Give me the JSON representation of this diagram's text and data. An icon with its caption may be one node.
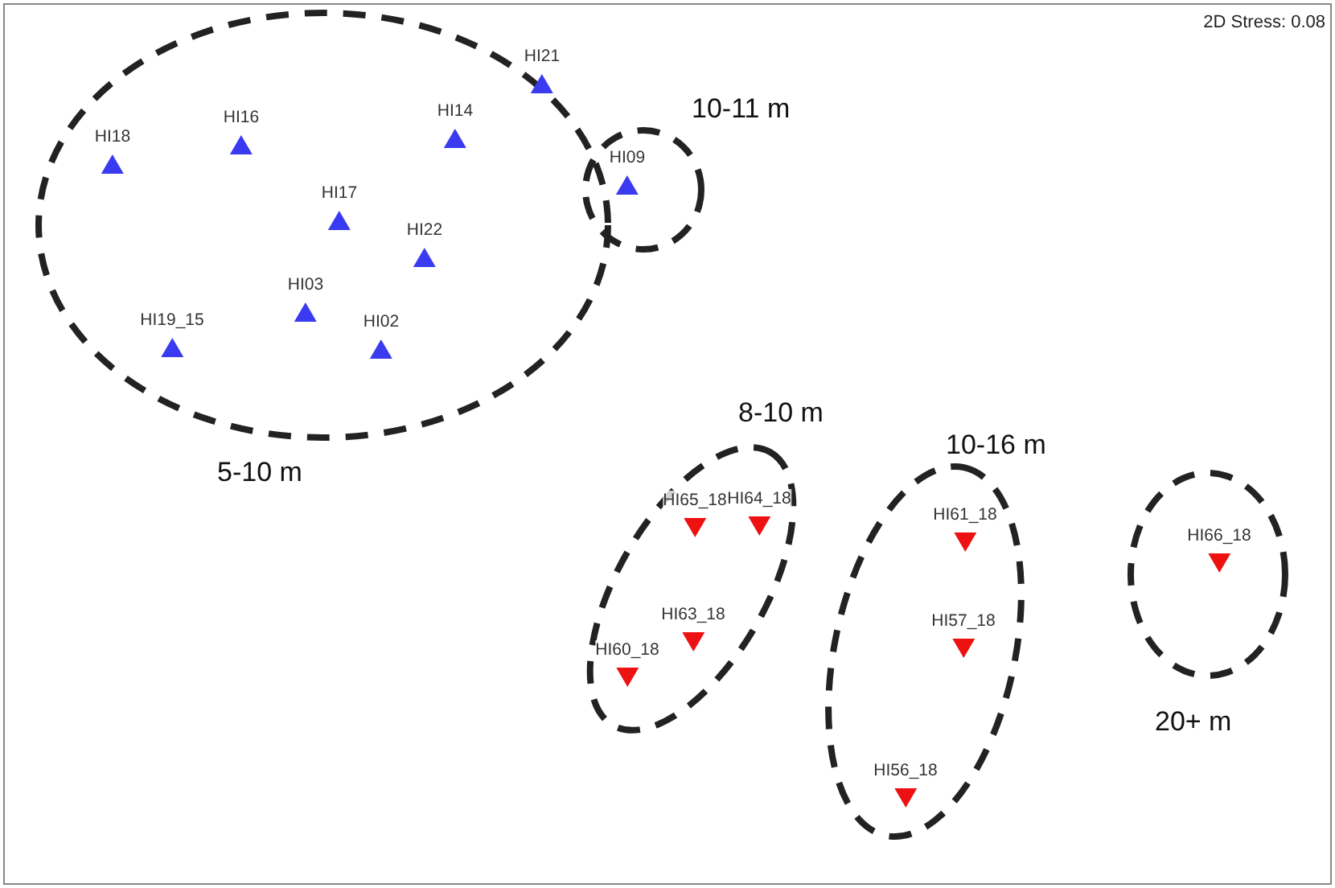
{
  "diagram": {
    "nodes": [
      {
        "text": [
          "5-10 m"
        ]
      },
      {
        "text": [
          "HI21"
        ],
        "in": 0
      },
      {
        "text": [
          "HI18"
        ],
        "in": 0
      },
      {
        "text": [
          "HI16"
        ],
        "in": 0
      },
      {
        "text": [
          "HI14"
        ],
        "in": 0
      },
      {
        "text": [
          "HI17"
        ],
        "in": 0
      },
      {
        "text": [
          "HI22"
        ],
        "in": 0
      },
      {
        "text": [
          "HI03"
        ],
        "in": 0
      },
      {
        "text": [
          "HI19_15"
        ],
        "in": 0
      },
      {
        "text": [
          "HI02"
        ],
        "in": 0
      },
      {
        "text": [
          "10-11 m"
        ]
      },
      {
        "text": [
          "HI09"
        ],
        "in": 10
      },
      {
        "text": [
          "8-10 m"
        ]
      },
      {
        "text": [
          "HI65_18"
        ],
        "in": 12
      },
      {
        "text": [
          "HI64_18"
        ],
        "in": 12
      },
      {
        "text": [
          "HI63_18"
        ],
        "in": 12
      },
      {
        "text": [
          "HI60_18"
        ],
        "in": 12
      },
      {
        "text": [
          "10-16 m"
        ]
      },
      {
        "text": [
          "HI61_18"
        ],
        "in": 17
      },
      {
        "text": [
          "HI57_18"
        ],
        "in": 17
      },
      {
        "text": [
          "HI56_18"
        ],
        "in": 17
      },
      {
        "text": [
          "20+ m"
        ]
      },
      {
        "text": [
          "HI66_18"
        ],
        "in": 21
      }
    ],
    "labels": [
      "2D Stress: 0.08"
    ]
  }
}
